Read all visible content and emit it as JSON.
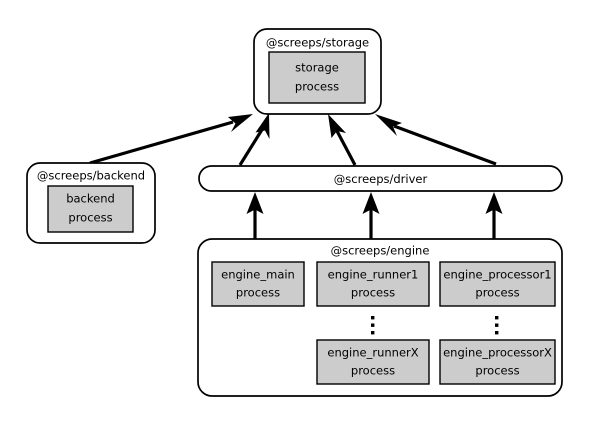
{
  "diagram": {
    "type": "architecture-block-diagram",
    "background_color": "#ffffff",
    "line_color": "#000000",
    "process_fill_color": "#cccccc",
    "package_fill_color": "#ffffff",
    "packages": [
      {
        "id": "storage",
        "label": "@screeps/storage",
        "shape": "rounded-rect",
        "processes": [
          {
            "id": "storage-process",
            "line1": "storage",
            "line2": "process"
          }
        ]
      },
      {
        "id": "backend",
        "label": "@screeps/backend",
        "shape": "rounded-rect",
        "processes": [
          {
            "id": "backend-process",
            "line1": "backend",
            "line2": "process"
          }
        ]
      },
      {
        "id": "driver",
        "label": "@screeps/driver",
        "shape": "stadium",
        "processes": []
      },
      {
        "id": "engine",
        "label": "@screeps/engine",
        "shape": "rounded-rect",
        "processes": [
          {
            "id": "engine-main",
            "line1": "engine_main",
            "line2": "process"
          },
          {
            "id": "engine-runner1",
            "line1": "engine_runner1",
            "line2": "process"
          },
          {
            "id": "engine-processor1",
            "line1": "engine_processor1",
            "line2": "process"
          },
          {
            "id": "engine-runnerx",
            "line1": "engine_runnerX",
            "line2": "process"
          },
          {
            "id": "engine-processorx",
            "line1": "engine_processorX",
            "line2": "process"
          }
        ],
        "ellipses": [
          {
            "id": "runner-ellipsis",
            "glyph": "vertical-ellipsis"
          },
          {
            "id": "processor-ellipsis",
            "glyph": "vertical-ellipsis"
          }
        ]
      }
    ],
    "connections": [
      {
        "id": "backend-to-storage",
        "from": "backend",
        "to": "storage",
        "direction": "to"
      },
      {
        "id": "driver-left-to-storage",
        "from": "driver",
        "to": "storage",
        "direction": "to"
      },
      {
        "id": "driver-mid-to-storage",
        "from": "driver",
        "to": "storage",
        "direction": "to"
      },
      {
        "id": "driver-right-to-storage",
        "from": "driver",
        "to": "storage",
        "direction": "to"
      },
      {
        "id": "engine-main-to-driver",
        "from": "engine",
        "to": "driver",
        "direction": "to"
      },
      {
        "id": "engine-runner-to-driver",
        "from": "engine",
        "to": "driver",
        "direction": "to"
      },
      {
        "id": "engine-processor-to-driver",
        "from": "engine",
        "to": "driver",
        "direction": "to"
      }
    ]
  }
}
